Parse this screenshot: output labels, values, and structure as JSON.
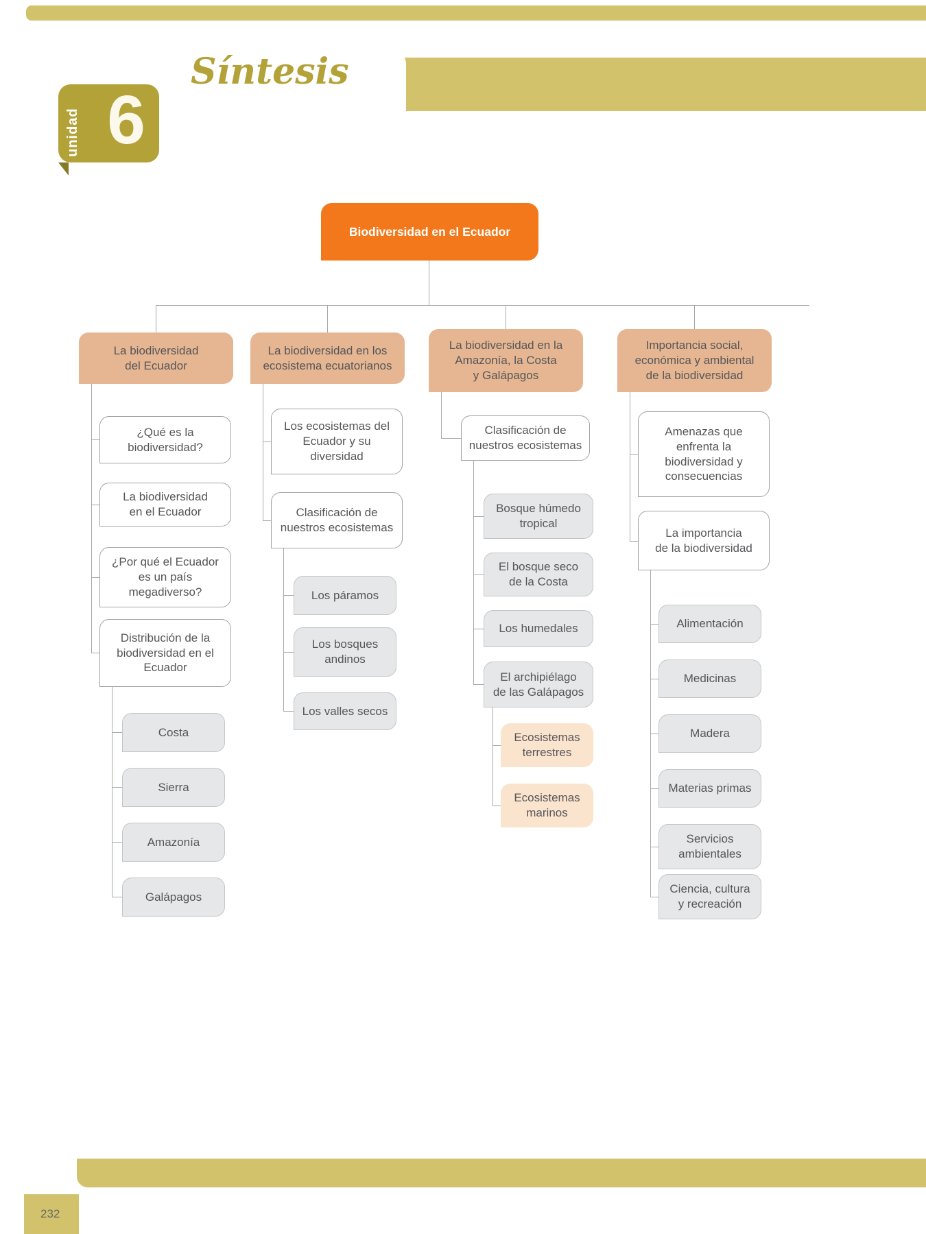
{
  "page": {
    "unit_label": "unidad",
    "unit_number": "6",
    "title": "Síntesis",
    "page_number": "232"
  },
  "colors": {
    "gold": "#d2c26b",
    "gold_dark": "#b3a238",
    "orange": "#f2781b",
    "tan": "#e5b691",
    "gray_fill": "#e6e7e8",
    "peach_fill": "#fbe4cd",
    "text": "#56565a"
  },
  "diagram": {
    "root": "Biodiversidad en el Ecuador",
    "branches": [
      {
        "label": "La biodiversidad\ndel Ecuador",
        "children": [
          {
            "label": "¿Qué es la\nbiodiversidad?"
          },
          {
            "label": "La biodiversidad\nen el Ecuador"
          },
          {
            "label": "¿Por qué el Ecuador\nes un país\nmegadiverso?"
          },
          {
            "label": "Distribución de la\nbiodiversidad en el\nEcuador",
            "children": [
              {
                "label": "Costa"
              },
              {
                "label": "Sierra"
              },
              {
                "label": "Amazonía"
              },
              {
                "label": "Galápagos"
              }
            ]
          }
        ]
      },
      {
        "label": "La biodiversidad en los\necosistema ecuatorianos",
        "children": [
          {
            "label": "Los ecosistemas del\nEcuador y su\ndiversidad"
          },
          {
            "label": "Clasificación de\nnuestros ecosistemas",
            "children": [
              {
                "label": "Los páramos"
              },
              {
                "label": "Los bosques\nandinos"
              },
              {
                "label": "Los valles secos"
              }
            ]
          }
        ]
      },
      {
        "label": "La biodiversidad en la\nAmazonía, la Costa\ny Galápagos",
        "children": [
          {
            "label": "Clasificación de\nnuestros ecosistemas",
            "children": [
              {
                "label": "Bosque húmedo\ntropical"
              },
              {
                "label": "El bosque seco\nde la Costa"
              },
              {
                "label": "Los humedales"
              },
              {
                "label": "El archipiélago\nde las Galápagos",
                "children": [
                  {
                    "label": "Ecosistemas\nterrestres"
                  },
                  {
                    "label": "Ecosistemas\nmarinos"
                  }
                ]
              }
            ]
          }
        ]
      },
      {
        "label": "Importancia social,\neconómica y ambiental\nde la biodiversidad",
        "children": [
          {
            "label": "Amenazas que\nenfrenta la\nbiodiversidad y\nconsecuencias"
          },
          {
            "label": "La importancia\nde la biodiversidad",
            "children": [
              {
                "label": "Alimentación"
              },
              {
                "label": "Medicinas"
              },
              {
                "label": "Madera"
              },
              {
                "label": "Materias primas"
              },
              {
                "label": "Servicios\nambientales"
              },
              {
                "label": "Ciencia, cultura\ny recreación"
              }
            ]
          }
        ]
      }
    ]
  }
}
